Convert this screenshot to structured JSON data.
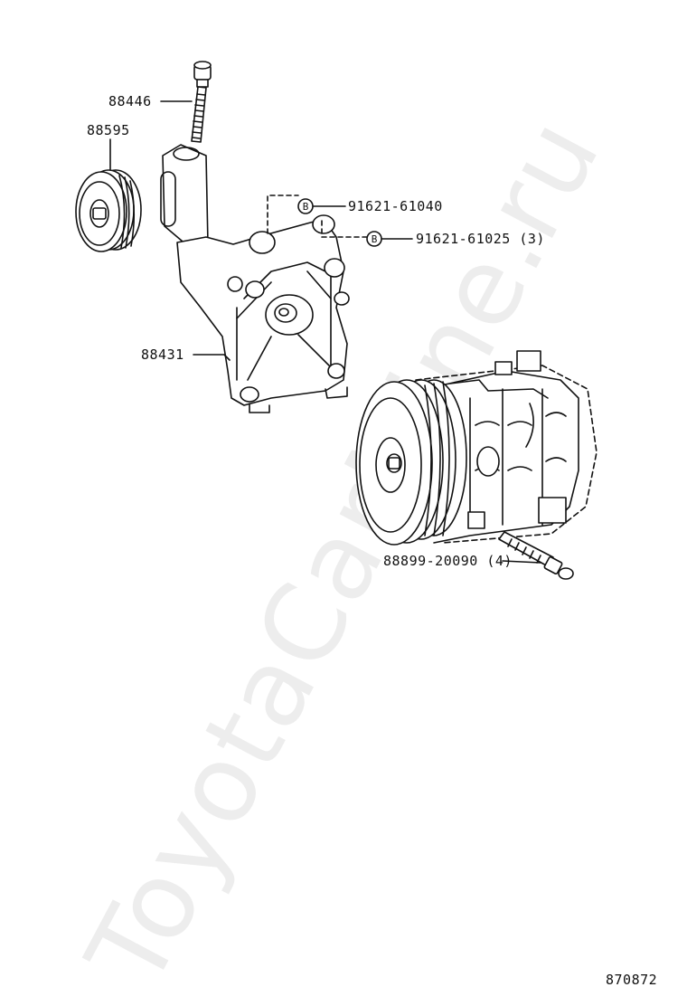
{
  "diagram_code": "870872",
  "watermark": "ToyotaCarMine.ru",
  "callout_symbol": "B",
  "parts": [
    {
      "id": "bolt_top",
      "label": "88446"
    },
    {
      "id": "idler_pulley",
      "label": "88595"
    },
    {
      "id": "bracket",
      "label": "88431"
    },
    {
      "id": "bolt_1",
      "label": "91621-61040"
    },
    {
      "id": "bolt_2",
      "label": "91621-61025 (3)"
    },
    {
      "id": "compressor_bolt",
      "label": "88899-20090 (4)"
    }
  ],
  "colors": {
    "line": "#111111",
    "background": "#ffffff",
    "watermark": "#000000"
  }
}
